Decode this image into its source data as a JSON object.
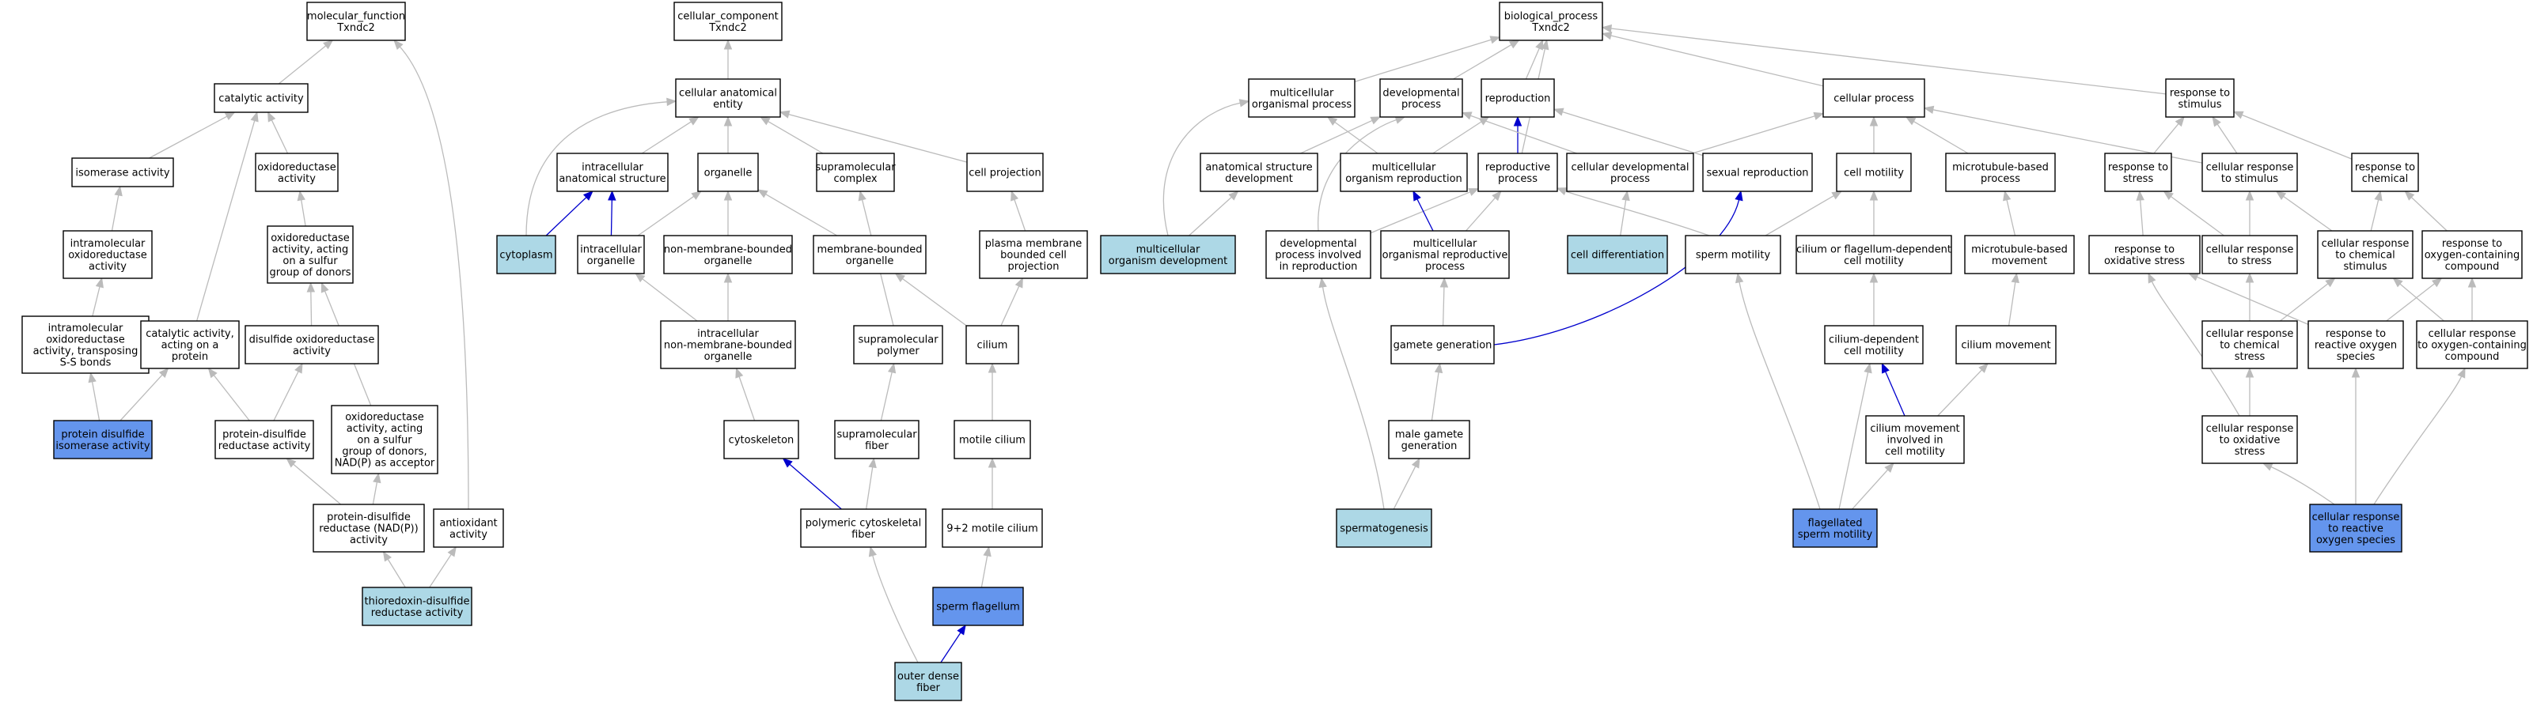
{
  "colors": {
    "node_default": "#ffffff",
    "node_light": "#add8e6",
    "node_medium": "#6495ed",
    "edge_default": "#bbbbbb",
    "edge_highlight": "#0000cd",
    "border": "#000000"
  },
  "nodes": [
    {
      "id": "mf_root",
      "lines": [
        "molecular_function",
        "Txndc2"
      ],
      "fill": "default"
    },
    {
      "id": "cc_root",
      "lines": [
        "cellular_component",
        "Txndc2"
      ],
      "fill": "default"
    },
    {
      "id": "bp_root",
      "lines": [
        "biological_process",
        "Txndc2"
      ],
      "fill": "default"
    },
    {
      "id": "catalytic",
      "lines": [
        "catalytic activity"
      ],
      "fill": "default"
    },
    {
      "id": "isomerase",
      "lines": [
        "isomerase activity"
      ],
      "fill": "default"
    },
    {
      "id": "oxidoreductase",
      "lines": [
        "oxidoreductase",
        "activity"
      ],
      "fill": "default"
    },
    {
      "id": "intramol",
      "lines": [
        "intramolecular",
        "oxidoreductase",
        "activity"
      ],
      "fill": "default"
    },
    {
      "id": "oxid_sulfur",
      "lines": [
        "oxidoreductase",
        "activity, acting",
        "on a sulfur",
        "group of donors"
      ],
      "fill": "default"
    },
    {
      "id": "intramol_ss",
      "lines": [
        "intramolecular",
        "oxidoreductase",
        "activity, transposing",
        "S-S bonds"
      ],
      "fill": "default"
    },
    {
      "id": "cat_protein",
      "lines": [
        "catalytic activity,",
        "acting on a",
        "protein"
      ],
      "fill": "default"
    },
    {
      "id": "disulfide_ox",
      "lines": [
        "disulfide oxidoreductase",
        "activity"
      ],
      "fill": "default"
    },
    {
      "id": "pdi",
      "lines": [
        "protein disulfide",
        "isomerase activity"
      ],
      "fill": "medium"
    },
    {
      "id": "pdr",
      "lines": [
        "protein-disulfide",
        "reductase activity"
      ],
      "fill": "default"
    },
    {
      "id": "oxid_nadp",
      "lines": [
        "oxidoreductase",
        "activity, acting",
        "on a sulfur",
        "group of donors,",
        "NAD(P) as acceptor"
      ],
      "fill": "default"
    },
    {
      "id": "pdr_nadp",
      "lines": [
        "protein-disulfide",
        "reductase (NAD(P))",
        "activity"
      ],
      "fill": "default"
    },
    {
      "id": "antioxidant",
      "lines": [
        "antioxidant",
        "activity"
      ],
      "fill": "default"
    },
    {
      "id": "thioredoxin",
      "lines": [
        "thioredoxin-disulfide",
        "reductase activity"
      ],
      "fill": "light"
    },
    {
      "id": "cae",
      "lines": [
        "cellular anatomical",
        "entity"
      ],
      "fill": "default"
    },
    {
      "id": "ias",
      "lines": [
        "intracellular",
        "anatomical structure"
      ],
      "fill": "default"
    },
    {
      "id": "organelle",
      "lines": [
        "organelle"
      ],
      "fill": "default"
    },
    {
      "id": "supramol_complex",
      "lines": [
        "supramolecular",
        "complex"
      ],
      "fill": "default"
    },
    {
      "id": "cell_projection",
      "lines": [
        "cell projection"
      ],
      "fill": "default"
    },
    {
      "id": "cytoplasm",
      "lines": [
        "cytoplasm"
      ],
      "fill": "light"
    },
    {
      "id": "intra_org",
      "lines": [
        "intracellular",
        "organelle"
      ],
      "fill": "default"
    },
    {
      "id": "nmbo",
      "lines": [
        "non-membrane-bounded",
        "organelle"
      ],
      "fill": "default"
    },
    {
      "id": "mbo",
      "lines": [
        "membrane-bounded",
        "organelle"
      ],
      "fill": "default"
    },
    {
      "id": "pmbcp",
      "lines": [
        "plasma membrane",
        "bounded cell",
        "projection"
      ],
      "fill": "default"
    },
    {
      "id": "inmbo",
      "lines": [
        "intracellular",
        "non-membrane-bounded",
        "organelle"
      ],
      "fill": "default"
    },
    {
      "id": "supramol_polymer",
      "lines": [
        "supramolecular",
        "polymer"
      ],
      "fill": "default"
    },
    {
      "id": "cilium",
      "lines": [
        "cilium"
      ],
      "fill": "default"
    },
    {
      "id": "cytoskeleton",
      "lines": [
        "cytoskeleton"
      ],
      "fill": "default"
    },
    {
      "id": "supramol_fiber",
      "lines": [
        "supramolecular",
        "fiber"
      ],
      "fill": "default"
    },
    {
      "id": "motile_cilium",
      "lines": [
        "motile cilium"
      ],
      "fill": "default"
    },
    {
      "id": "pcf",
      "lines": [
        "polymeric cytoskeletal",
        "fiber"
      ],
      "fill": "default"
    },
    {
      "id": "nine_two",
      "lines": [
        "9+2 motile cilium"
      ],
      "fill": "default"
    },
    {
      "id": "sperm_flagellum",
      "lines": [
        "sperm flagellum"
      ],
      "fill": "medium"
    },
    {
      "id": "odf",
      "lines": [
        "outer dense",
        "fiber"
      ],
      "fill": "light"
    },
    {
      "id": "mop",
      "lines": [
        "multicellular",
        "organismal process"
      ],
      "fill": "default"
    },
    {
      "id": "devproc",
      "lines": [
        "developmental",
        "process"
      ],
      "fill": "default"
    },
    {
      "id": "reproduction",
      "lines": [
        "reproduction"
      ],
      "fill": "default"
    },
    {
      "id": "cellproc",
      "lines": [
        "cellular process"
      ],
      "fill": "default"
    },
    {
      "id": "resp_stim",
      "lines": [
        "response to",
        "stimulus"
      ],
      "fill": "default"
    },
    {
      "id": "asd",
      "lines": [
        "anatomical structure",
        "development"
      ],
      "fill": "default"
    },
    {
      "id": "mor",
      "lines": [
        "multicellular",
        "organism reproduction"
      ],
      "fill": "default"
    },
    {
      "id": "reproproc",
      "lines": [
        "reproductive",
        "process"
      ],
      "fill": "default"
    },
    {
      "id": "celldev",
      "lines": [
        "cellular developmental",
        "process"
      ],
      "fill": "default"
    },
    {
      "id": "sexrepro",
      "lines": [
        "sexual reproduction"
      ],
      "fill": "default"
    },
    {
      "id": "cellmotility",
      "lines": [
        "cell motility"
      ],
      "fill": "default"
    },
    {
      "id": "mtbp",
      "lines": [
        "microtubule-based",
        "process"
      ],
      "fill": "default"
    },
    {
      "id": "resp_stress",
      "lines": [
        "response to",
        "stress"
      ],
      "fill": "default"
    },
    {
      "id": "cr_stim",
      "lines": [
        "cellular response",
        "to stimulus"
      ],
      "fill": "default"
    },
    {
      "id": "resp_chem",
      "lines": [
        "response to",
        "chemical"
      ],
      "fill": "default"
    },
    {
      "id": "mod",
      "lines": [
        "multicellular",
        "organism development"
      ],
      "fill": "light"
    },
    {
      "id": "dpir",
      "lines": [
        "developmental",
        "process involved",
        "in reproduction"
      ],
      "fill": "default"
    },
    {
      "id": "morp",
      "lines": [
        "multicellular",
        "organismal reproductive",
        "process"
      ],
      "fill": "default"
    },
    {
      "id": "celldiff",
      "lines": [
        "cell differentiation"
      ],
      "fill": "light"
    },
    {
      "id": "spermmot",
      "lines": [
        "sperm motility"
      ],
      "fill": "default"
    },
    {
      "id": "cfdcm",
      "lines": [
        "cilium or flagellum-dependent",
        "cell motility"
      ],
      "fill": "default"
    },
    {
      "id": "mtbm",
      "lines": [
        "microtubule-based",
        "movement"
      ],
      "fill": "default"
    },
    {
      "id": "resp_oxstress",
      "lines": [
        "response to",
        "oxidative stress"
      ],
      "fill": "default"
    },
    {
      "id": "cr_stress",
      "lines": [
        "cellular response",
        "to stress"
      ],
      "fill": "default"
    },
    {
      "id": "cr_chemstim",
      "lines": [
        "cellular response",
        "to chemical",
        "stimulus"
      ],
      "fill": "default"
    },
    {
      "id": "resp_occ",
      "lines": [
        "response to",
        "oxygen-containing",
        "compound"
      ],
      "fill": "default"
    },
    {
      "id": "gamete",
      "lines": [
        "gamete generation"
      ],
      "fill": "default"
    },
    {
      "id": "cdcm",
      "lines": [
        "cilium-dependent",
        "cell motility"
      ],
      "fill": "default"
    },
    {
      "id": "ciliummove",
      "lines": [
        "cilium movement"
      ],
      "fill": "default"
    },
    {
      "id": "cr_chemstress",
      "lines": [
        "cellular response",
        "to chemical",
        "stress"
      ],
      "fill": "default"
    },
    {
      "id": "resp_ros",
      "lines": [
        "response to",
        "reactive oxygen",
        "species"
      ],
      "fill": "default"
    },
    {
      "id": "cr_occ",
      "lines": [
        "cellular response",
        "to oxygen-containing",
        "compound"
      ],
      "fill": "default"
    },
    {
      "id": "male_gamete",
      "lines": [
        "male gamete",
        "generation"
      ],
      "fill": "default"
    },
    {
      "id": "cmicm",
      "lines": [
        "cilium movement",
        "involved in",
        "cell motility"
      ],
      "fill": "default"
    },
    {
      "id": "cr_oxstress",
      "lines": [
        "cellular response",
        "to oxidative",
        "stress"
      ],
      "fill": "default"
    },
    {
      "id": "spermatogenesis",
      "lines": [
        "spermatogenesis"
      ],
      "fill": "light"
    },
    {
      "id": "flag_sperm",
      "lines": [
        "flagellated",
        "sperm motility"
      ],
      "fill": "medium"
    },
    {
      "id": "cr_ros",
      "lines": [
        "cellular response",
        "to reactive",
        "oxygen species"
      ],
      "fill": "medium"
    }
  ],
  "edges": [
    {
      "from": "catalytic",
      "to": "mf_root",
      "style": "default"
    },
    {
      "from": "antioxidant",
      "to": "mf_root",
      "style": "default"
    },
    {
      "from": "isomerase",
      "to": "catalytic",
      "style": "default"
    },
    {
      "from": "oxidoreductase",
      "to": "catalytic",
      "style": "default"
    },
    {
      "from": "cat_protein",
      "to": "catalytic",
      "style": "default"
    },
    {
      "from": "intramol",
      "to": "isomerase",
      "style": "default"
    },
    {
      "from": "oxid_sulfur",
      "to": "oxidoreductase",
      "style": "default"
    },
    {
      "from": "intramol_ss",
      "to": "intramol",
      "style": "default"
    },
    {
      "from": "disulfide_ox",
      "to": "oxid_sulfur",
      "style": "default"
    },
    {
      "from": "oxid_nadp",
      "to": "oxid_sulfur",
      "style": "default"
    },
    {
      "from": "pdi",
      "to": "intramol_ss",
      "style": "default"
    },
    {
      "from": "pdi",
      "to": "cat_protein",
      "style": "default"
    },
    {
      "from": "pdr",
      "to": "cat_protein",
      "style": "default"
    },
    {
      "from": "pdr",
      "to": "disulfide_ox",
      "style": "default"
    },
    {
      "from": "pdr_nadp",
      "to": "pdr",
      "style": "default"
    },
    {
      "from": "pdr_nadp",
      "to": "oxid_nadp",
      "style": "default"
    },
    {
      "from": "thioredoxin",
      "to": "pdr_nadp",
      "style": "default"
    },
    {
      "from": "thioredoxin",
      "to": "antioxidant",
      "style": "default"
    },
    {
      "from": "cae",
      "to": "cc_root",
      "style": "default"
    },
    {
      "from": "ias",
      "to": "cae",
      "style": "default"
    },
    {
      "from": "organelle",
      "to": "cae",
      "style": "default"
    },
    {
      "from": "supramol_complex",
      "to": "cae",
      "style": "default"
    },
    {
      "from": "cell_projection",
      "to": "cae",
      "style": "default"
    },
    {
      "from": "cytoplasm",
      "to": "cae",
      "style": "default"
    },
    {
      "from": "cytoplasm",
      "to": "ias",
      "style": "highlight"
    },
    {
      "from": "intra_org",
      "to": "ias",
      "style": "highlight"
    },
    {
      "from": "intra_org",
      "to": "organelle",
      "style": "default"
    },
    {
      "from": "nmbo",
      "to": "organelle",
      "style": "default"
    },
    {
      "from": "mbo",
      "to": "organelle",
      "style": "default"
    },
    {
      "from": "pmbcp",
      "to": "cell_projection",
      "style": "default"
    },
    {
      "from": "inmbo",
      "to": "intra_org",
      "style": "default"
    },
    {
      "from": "inmbo",
      "to": "nmbo",
      "style": "default"
    },
    {
      "from": "supramol_polymer",
      "to": "supramol_complex",
      "style": "default"
    },
    {
      "from": "cilium",
      "to": "mbo",
      "style": "default"
    },
    {
      "from": "cilium",
      "to": "pmbcp",
      "style": "default"
    },
    {
      "from": "cytoskeleton",
      "to": "inmbo",
      "style": "default"
    },
    {
      "from": "supramol_fiber",
      "to": "supramol_polymer",
      "style": "default"
    },
    {
      "from": "motile_cilium",
      "to": "cilium",
      "style": "default"
    },
    {
      "from": "pcf",
      "to": "cytoskeleton",
      "style": "highlight"
    },
    {
      "from": "pcf",
      "to": "supramol_fiber",
      "style": "default"
    },
    {
      "from": "nine_two",
      "to": "motile_cilium",
      "style": "default"
    },
    {
      "from": "sperm_flagellum",
      "to": "nine_two",
      "style": "default"
    },
    {
      "from": "odf",
      "to": "sperm_flagellum",
      "style": "highlight"
    },
    {
      "from": "odf",
      "to": "pcf",
      "style": "default"
    },
    {
      "from": "mop",
      "to": "bp_root",
      "style": "default"
    },
    {
      "from": "devproc",
      "to": "bp_root",
      "style": "default"
    },
    {
      "from": "reproduction",
      "to": "bp_root",
      "style": "default"
    },
    {
      "from": "cellproc",
      "to": "bp_root",
      "style": "default"
    },
    {
      "from": "resp_stim",
      "to": "bp_root",
      "style": "default"
    },
    {
      "from": "reproproc",
      "to": "bp_root",
      "style": "default"
    },
    {
      "from": "asd",
      "to": "devproc",
      "style": "default"
    },
    {
      "from": "mor",
      "to": "mop",
      "style": "default"
    },
    {
      "from": "mor",
      "to": "reproduction",
      "style": "default"
    },
    {
      "from": "reproproc",
      "to": "reproduction",
      "style": "highlight"
    },
    {
      "from": "celldev",
      "to": "cellproc",
      "style": "default"
    },
    {
      "from": "celldev",
      "to": "devproc",
      "style": "default"
    },
    {
      "from": "sexrepro",
      "to": "reproduction",
      "style": "default"
    },
    {
      "from": "cellmotility",
      "to": "cellproc",
      "style": "default"
    },
    {
      "from": "mtbp",
      "to": "cellproc",
      "style": "default"
    },
    {
      "from": "resp_stress",
      "to": "resp_stim",
      "style": "default"
    },
    {
      "from": "cr_stim",
      "to": "resp_stim",
      "style": "default"
    },
    {
      "from": "cr_stim",
      "to": "cellproc",
      "style": "default"
    },
    {
      "from": "resp_chem",
      "to": "resp_stim",
      "style": "default"
    },
    {
      "from": "mod",
      "to": "mop",
      "style": "default"
    },
    {
      "from": "mod",
      "to": "asd",
      "style": "default"
    },
    {
      "from": "dpir",
      "to": "devproc",
      "style": "default"
    },
    {
      "from": "dpir",
      "to": "reproproc",
      "style": "default"
    },
    {
      "from": "morp",
      "to": "mor",
      "style": "highlight"
    },
    {
      "from": "morp",
      "to": "reproproc",
      "style": "default"
    },
    {
      "from": "celldiff",
      "to": "celldev",
      "style": "default"
    },
    {
      "from": "spermmot",
      "to": "cellmotility",
      "style": "default"
    },
    {
      "from": "spermmot",
      "to": "reproproc",
      "style": "default"
    },
    {
      "from": "cfdcm",
      "to": "cellmotility",
      "style": "default"
    },
    {
      "from": "mtbm",
      "to": "mtbp",
      "style": "default"
    },
    {
      "from": "resp_oxstress",
      "to": "resp_stress",
      "style": "default"
    },
    {
      "from": "cr_stress",
      "to": "resp_stress",
      "style": "default"
    },
    {
      "from": "cr_stress",
      "to": "cr_stim",
      "style": "default"
    },
    {
      "from": "cr_chemstim",
      "to": "cr_stim",
      "style": "default"
    },
    {
      "from": "cr_chemstim",
      "to": "resp_chem",
      "style": "default"
    },
    {
      "from": "resp_occ",
      "to": "resp_chem",
      "style": "default"
    },
    {
      "from": "gamete",
      "to": "morp",
      "style": "default"
    },
    {
      "from": "gamete",
      "to": "sexrepro",
      "style": "highlight"
    },
    {
      "from": "cdcm",
      "to": "cfdcm",
      "style": "default"
    },
    {
      "from": "ciliummove",
      "to": "mtbm",
      "style": "default"
    },
    {
      "from": "cr_chemstress",
      "to": "cr_stress",
      "style": "default"
    },
    {
      "from": "cr_chemstress",
      "to": "cr_chemstim",
      "style": "default"
    },
    {
      "from": "resp_ros",
      "to": "resp_oxstress",
      "style": "default"
    },
    {
      "from": "resp_ros",
      "to": "resp_occ",
      "style": "default"
    },
    {
      "from": "cr_occ",
      "to": "cr_chemstim",
      "style": "default"
    },
    {
      "from": "cr_occ",
      "to": "resp_occ",
      "style": "default"
    },
    {
      "from": "male_gamete",
      "to": "gamete",
      "style": "default"
    },
    {
      "from": "cmicm",
      "to": "cdcm",
      "style": "highlight"
    },
    {
      "from": "cmicm",
      "to": "ciliummove",
      "style": "default"
    },
    {
      "from": "cr_oxstress",
      "to": "cr_chemstress",
      "style": "default"
    },
    {
      "from": "cr_oxstress",
      "to": "resp_oxstress",
      "style": "default"
    },
    {
      "from": "spermatogenesis",
      "to": "male_gamete",
      "style": "default"
    },
    {
      "from": "spermatogenesis",
      "to": "dpir",
      "style": "default"
    },
    {
      "from": "flag_sperm",
      "to": "cdcm",
      "style": "default"
    },
    {
      "from": "flag_sperm",
      "to": "cmicm",
      "style": "default"
    },
    {
      "from": "flag_sperm",
      "to": "spermmot",
      "style": "default"
    },
    {
      "from": "cr_ros",
      "to": "cr_oxstress",
      "style": "default"
    },
    {
      "from": "cr_ros",
      "to": "resp_ros",
      "style": "default"
    },
    {
      "from": "cr_ros",
      "to": "cr_occ",
      "style": "default"
    }
  ]
}
